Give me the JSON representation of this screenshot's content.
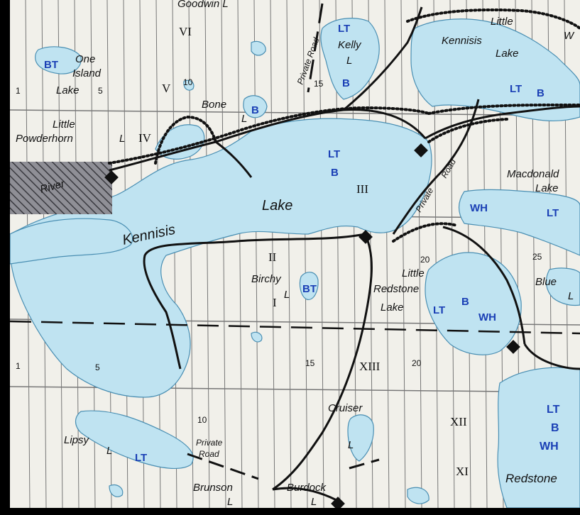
{
  "labels": {
    "goodwin": "Goodwin L",
    "private_road": "Private Road",
    "kelly": "Kelly",
    "kelly_l": "L",
    "little_kennisis_1": "Little",
    "little_kennisis_2": "Kennisis",
    "little_kennisis_3": "Lake",
    "w": "W",
    "one_island_1": "One",
    "one_island_2": "Island",
    "one_island_3": "Lake",
    "bone": "Bone",
    "bone_l": "L",
    "little_powderhorn_1": "Little",
    "little_powderhorn_2": "Powderhorn",
    "little_powderhorn_3": "L",
    "river": "River",
    "kennisis": "Kennisis",
    "lake": "Lake",
    "private": "Private",
    "road": "Road",
    "macdonald_1": "Macdonald",
    "macdonald_2": "Lake",
    "birchy": "Birchy",
    "birchy_l": "L",
    "little_redstone_1": "Little",
    "little_redstone_2": "Redstone",
    "little_redstone_3": "Lake",
    "blue": "Blue",
    "blue_l": "L",
    "cruiser": "Cruiser",
    "cruiser_l": "L",
    "lipsy": "Lipsy",
    "lipsy_l": "L",
    "private_road_2a": "Private",
    "private_road_2b": "Road",
    "brunson": "Brunson",
    "brunson_l": "L",
    "burdock": "Burdock",
    "burdock_l": "L",
    "redstone": "Redstone"
  },
  "fish_codes": {
    "bt_one_island": "BT",
    "lt_kelly": "LT",
    "b_kelly": "B",
    "lt_little_kennisis": "LT",
    "b_little_kennisis": "B",
    "b_bone": "B",
    "lt_kennisis": "LT",
    "b_kennisis": "B",
    "wh_macdonald": "WH",
    "lt_macdonald": "LT",
    "bt_birchy": "BT",
    "lt_little_redstone": "LT",
    "b_little_redstone": "B",
    "wh_little_redstone": "WH",
    "lt_redstone": "LT",
    "b_redstone": "B",
    "wh_redstone": "WH",
    "lt_lipsy": "LT"
  },
  "lot_numbers": {
    "n1_top": "1",
    "n5_top": "5",
    "n10_top": "10",
    "n15_top": "15",
    "n20_mid": "20",
    "n25_mid": "25",
    "n1_bot": "1",
    "n5_bot": "5",
    "n15_bot": "15",
    "n20_bot": "20",
    "n10_bot": "10"
  },
  "concessions": {
    "vi": "VI",
    "v": "V",
    "iv": "IV",
    "iii": "III",
    "ii": "II",
    "i": "I",
    "xiii": "XIII",
    "xii": "XII",
    "xi": "XI"
  },
  "colors": {
    "paper": "#f1f0ea",
    "water": "#bfe3f1",
    "grid": "#777777",
    "road": "#111111",
    "fish_code": "#1a3fb5"
  }
}
